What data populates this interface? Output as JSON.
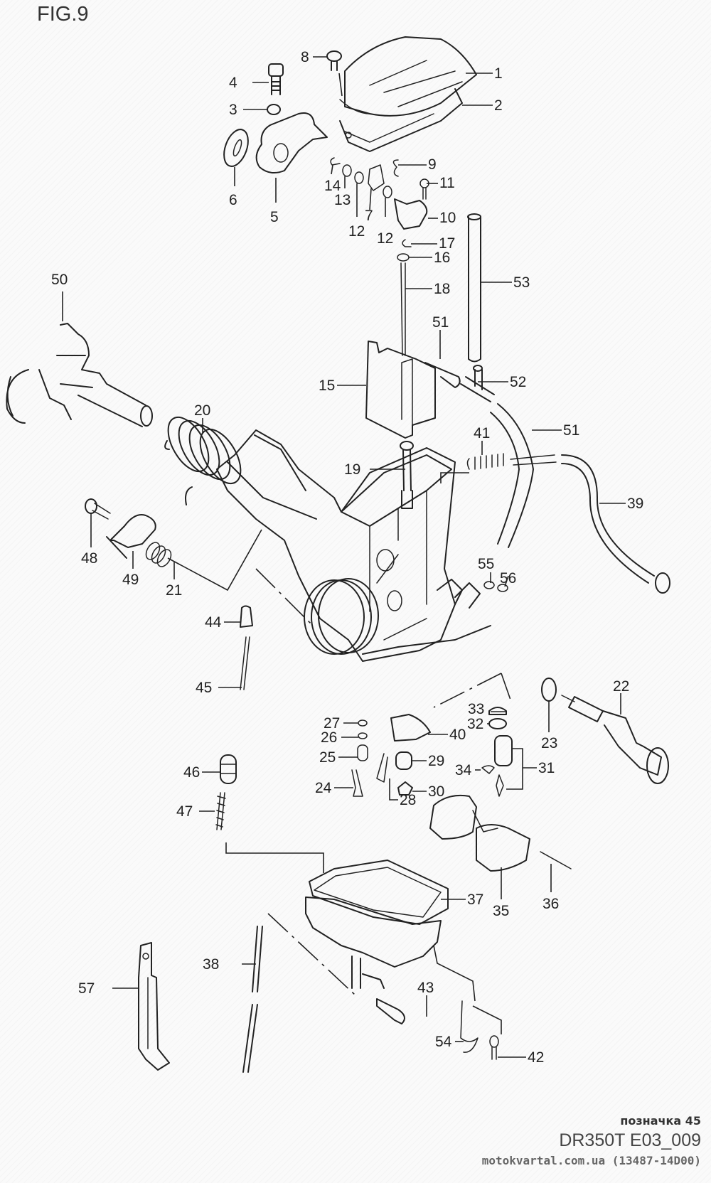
{
  "figure": {
    "title": "FIG.9",
    "drawing_code": "DR350T E03_009"
  },
  "watermark": {
    "label": "позначка 45",
    "site": "motokvartal.com.ua (13487-14D00)"
  },
  "callouts": {
    "c1": "1",
    "c2": "2",
    "c3": "3",
    "c4": "4",
    "c5": "5",
    "c6": "6",
    "c7": "7",
    "c8": "8",
    "c9": "9",
    "c10": "10",
    "c11": "11",
    "c12a": "12",
    "c12b": "12",
    "c13": "13",
    "c14": "14",
    "c15": "15",
    "c16": "16",
    "c17": "17",
    "c18": "18",
    "c19": "19",
    "c20": "20",
    "c21": "21",
    "c22": "22",
    "c23": "23",
    "c24": "24",
    "c25": "25",
    "c26": "26",
    "c27": "27",
    "c28": "28",
    "c29": "29",
    "c30": "30",
    "c31": "31",
    "c32": "32",
    "c33": "33",
    "c34": "34",
    "c35": "35",
    "c36": "36",
    "c37": "37",
    "c38": "38",
    "c39": "39",
    "c40": "40",
    "c41": "41",
    "c42": "42",
    "c43": "43",
    "c44": "44",
    "c45": "45",
    "c46": "46",
    "c47": "47",
    "c48": "48",
    "c49": "49",
    "c50": "50",
    "c51a": "51",
    "c51b": "51",
    "c52": "52",
    "c53": "53",
    "c54": "54",
    "c55": "55",
    "c56": "56",
    "c57": "57"
  },
  "colors": {
    "ink": "#222222",
    "paper": "#fafafa"
  }
}
